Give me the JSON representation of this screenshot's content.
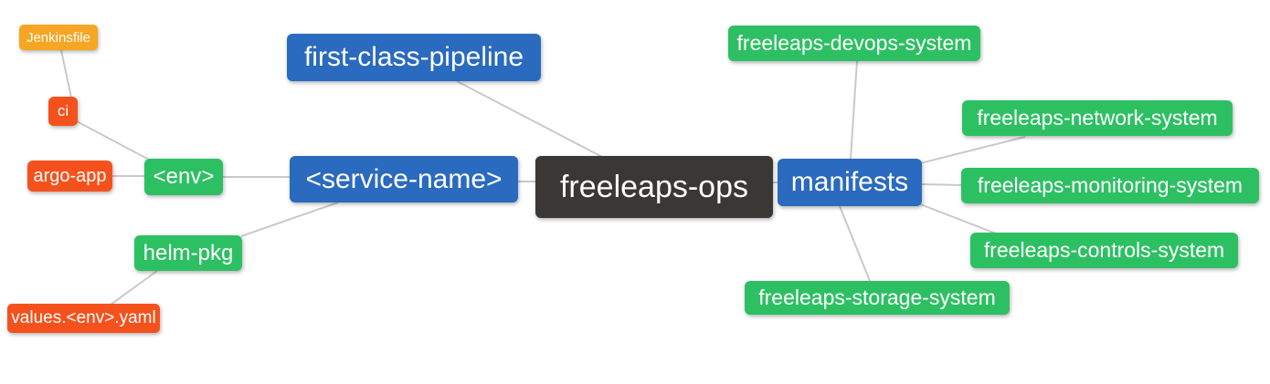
{
  "diagram": {
    "type": "mindmap",
    "root": "freeleaps-ops",
    "colors": {
      "root_background": "#3b3734",
      "level1_background": "#2a6abf",
      "level2_background": "#2dc063",
      "level3_background": "#f5511d",
      "level4_background": "#f6a623",
      "text": "#ffffff",
      "connector": "#c9c9c9",
      "canvas_background": "#ffffff"
    }
  },
  "nodes": [
    {
      "id": "jenkinsfile",
      "label": "Jenkinsfile",
      "role": "leaf",
      "color": "orange"
    },
    {
      "id": "ci",
      "label": "ci",
      "role": "branch",
      "color": "red"
    },
    {
      "id": "argo-app",
      "label": "argo-app",
      "role": "leaf",
      "color": "red"
    },
    {
      "id": "env",
      "label": "<env>",
      "role": "branch",
      "color": "green"
    },
    {
      "id": "helm-pkg",
      "label": "helm-pkg",
      "role": "branch",
      "color": "green"
    },
    {
      "id": "values-env-yaml",
      "label": "values.<env>.yaml",
      "role": "leaf",
      "color": "red"
    },
    {
      "id": "service-name",
      "label": "<service-name>",
      "role": "branch",
      "color": "blue"
    },
    {
      "id": "first-class-pipeline",
      "label": "first-class-pipeline",
      "role": "branch",
      "color": "blue"
    },
    {
      "id": "freeleaps-ops",
      "label": "freeleaps-ops",
      "role": "root",
      "color": "dark"
    },
    {
      "id": "manifests",
      "label": "manifests",
      "role": "branch",
      "color": "blue"
    },
    {
      "id": "freeleaps-devops-system",
      "label": "freeleaps-devops-system",
      "role": "leaf",
      "color": "green"
    },
    {
      "id": "freeleaps-network-system",
      "label": "freeleaps-network-system",
      "role": "leaf",
      "color": "green"
    },
    {
      "id": "freeleaps-monitoring-system",
      "label": "freeleaps-monitoring-system",
      "role": "leaf",
      "color": "green"
    },
    {
      "id": "freeleaps-controls-system",
      "label": "freeleaps-controls-system",
      "role": "leaf",
      "color": "green"
    },
    {
      "id": "freeleaps-storage-system",
      "label": "freeleaps-storage-system",
      "role": "leaf",
      "color": "green"
    }
  ],
  "edges": [
    {
      "from": "jenkinsfile",
      "to": "ci"
    },
    {
      "from": "ci",
      "to": "env"
    },
    {
      "from": "argo-app",
      "to": "env"
    },
    {
      "from": "env",
      "to": "service-name"
    },
    {
      "from": "helm-pkg",
      "to": "service-name"
    },
    {
      "from": "values-env-yaml",
      "to": "helm-pkg"
    },
    {
      "from": "service-name",
      "to": "freeleaps-ops"
    },
    {
      "from": "first-class-pipeline",
      "to": "freeleaps-ops"
    },
    {
      "from": "freeleaps-ops",
      "to": "manifests"
    },
    {
      "from": "manifests",
      "to": "freeleaps-devops-system"
    },
    {
      "from": "manifests",
      "to": "freeleaps-network-system"
    },
    {
      "from": "manifests",
      "to": "freeleaps-monitoring-system"
    },
    {
      "from": "manifests",
      "to": "freeleaps-controls-system"
    },
    {
      "from": "manifests",
      "to": "freeleaps-storage-system"
    }
  ]
}
